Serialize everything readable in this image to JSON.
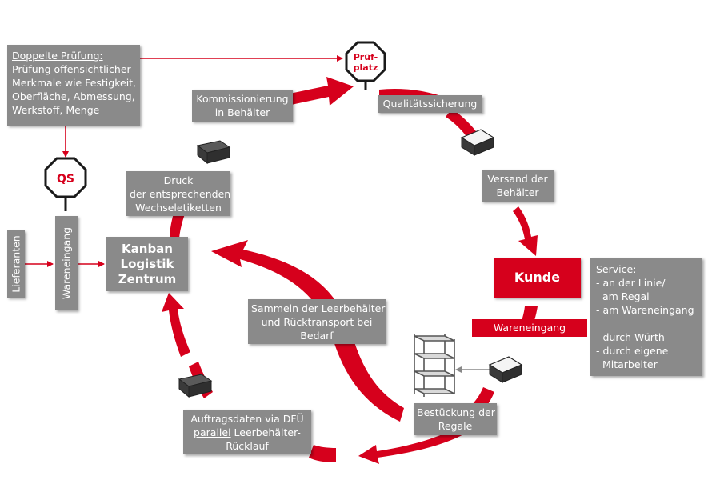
{
  "colors": {
    "accent": "#d6001c",
    "box": "#8a8a8a",
    "icon": "#3f3f3f"
  },
  "signs": {
    "pruefplatz": {
      "line1": "Prüf-",
      "line2": "platz"
    },
    "qs": "QS"
  },
  "boxes": {
    "doppelte_pruefung": {
      "title": "Doppelte Prüfung:",
      "lines": [
        "Prüfung offensichtlicher",
        "Merkmale wie Festigkeit,",
        "Oberfläche, Abmessung,",
        "Werkstoff, Menge"
      ]
    },
    "kommissionierung": {
      "lines": [
        "Kommissionierung",
        "in Behälter"
      ]
    },
    "qualitaetssicherung": {
      "lines": [
        "Qualitätssicherung"
      ]
    },
    "druck": {
      "lines": [
        "Druck",
        "der entsprechenden",
        "Wechseletiketten"
      ]
    },
    "versand": {
      "lines": [
        "Versand der",
        "Behälter"
      ]
    },
    "lieferanten": "Lieferanten",
    "wareneingang_left": "Wareneingang",
    "kanban": {
      "lines": [
        "Kanban",
        "Logistik",
        "Zentrum"
      ]
    },
    "kunde": "Kunde",
    "service": {
      "title": "Service:",
      "lines": [
        "- an der Linie/",
        "  am Regal",
        "- am Wareneingang",
        "",
        "- durch Würth",
        "- durch eigene",
        "  Mitarbeiter"
      ]
    },
    "wareneingang_right": "Wareneingang",
    "sammeln": {
      "lines": [
        "Sammeln der Leerbehälter",
        "und Rücktransport bei",
        "Bedarf"
      ]
    },
    "bestueckung": {
      "lines": [
        "Bestückung der",
        "Regale"
      ]
    },
    "auftragsdaten": {
      "line1": "Auftragsdaten via DFÜ",
      "line2_underlined": "parallel",
      "line2_rest": " Leerbehälter-",
      "line3": "Rücklauf"
    }
  }
}
